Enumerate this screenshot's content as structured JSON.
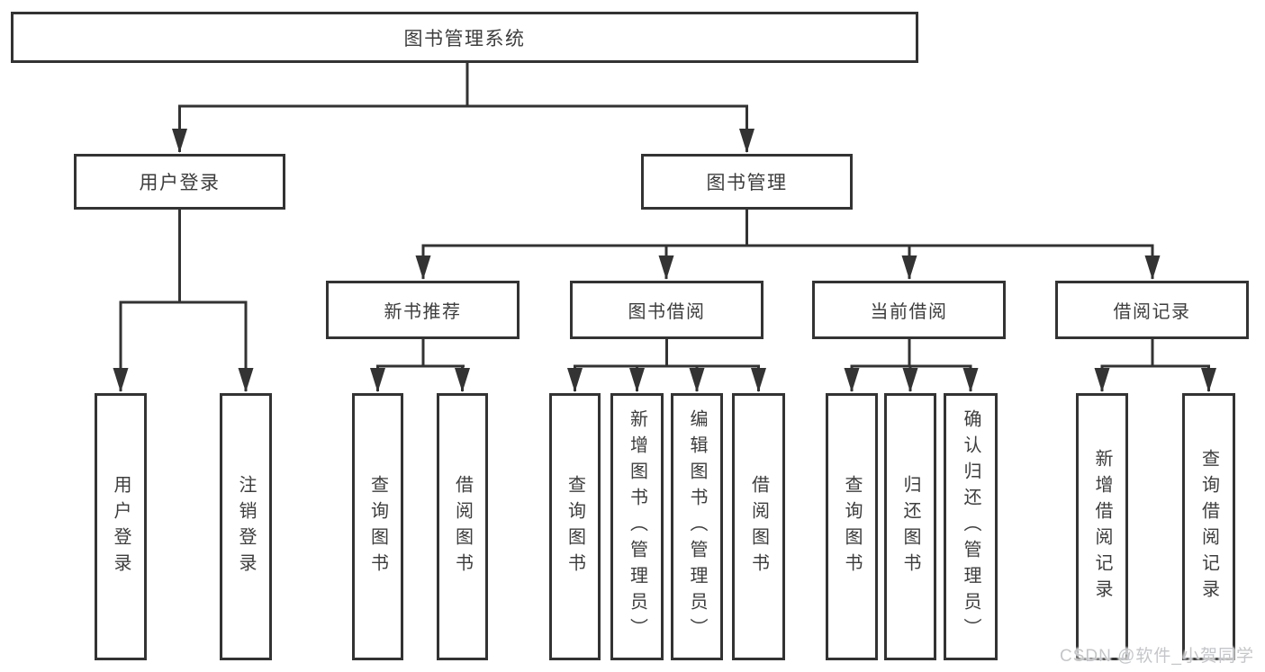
{
  "tree": {
    "label": "图书管理系统",
    "children": [
      {
        "label": "用户登录",
        "children": [
          {
            "label": "用户登录"
          },
          {
            "label": "注销登录"
          }
        ]
      },
      {
        "label": "图书管理",
        "children": [
          {
            "label": "新书推荐",
            "children": [
              {
                "label": "查询图书"
              },
              {
                "label": "借阅图书"
              }
            ]
          },
          {
            "label": "图书借阅",
            "children": [
              {
                "label": "查询图书"
              },
              {
                "label": "新增图书（管理员）"
              },
              {
                "label": "编辑图书（管理员）"
              },
              {
                "label": "借阅图书"
              }
            ]
          },
          {
            "label": "当前借阅",
            "children": [
              {
                "label": "查询图书"
              },
              {
                "label": "归还图书"
              },
              {
                "label": "确认归还（管理员）"
              }
            ]
          },
          {
            "label": "借阅记录",
            "children": [
              {
                "label": "新增借阅记录"
              },
              {
                "label": "查询借阅记录"
              }
            ]
          }
        ]
      }
    ]
  },
  "watermark": "CSDN @软件_小贺同学",
  "colors": {
    "line": "#333333",
    "box_border": "#333333",
    "text": "#3d3d3d",
    "watermark": "#c4c6c9",
    "background": "#ffffff"
  }
}
